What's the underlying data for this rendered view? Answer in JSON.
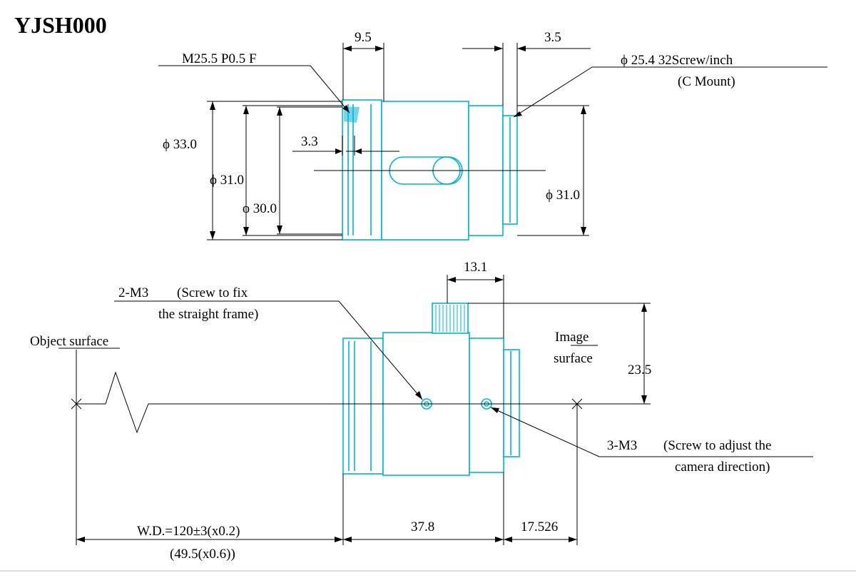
{
  "drawing": {
    "model": "YJSH000",
    "top_view": {
      "thread_spec": "M25.5 P0.5 F",
      "dim_width_front": "9.5",
      "dim_width_rear": "3.5",
      "mount_spec": "ϕ  25.4 32Screw/inch",
      "mount_type": "(C Mount)",
      "dia_outer": "ϕ 33.0",
      "dia_mid": "ϕ 31.0",
      "dia_inner": "ϕ 30.0",
      "dia_rear": "ϕ 31.0",
      "dim_offset": "3.3"
    },
    "side_view": {
      "screw_fix_spec": "2-M3",
      "screw_fix_note_1": "(Screw to fix",
      "screw_fix_note_2": "the straight frame)",
      "object_surface": "Object surface",
      "image_surface_1": "Image",
      "image_surface_2": "surface",
      "dim_knob_width": "13.1",
      "dim_height": "23.5",
      "screw_adjust_spec": "3-M3",
      "screw_adjust_note_1": "(Screw to adjust the",
      "screw_adjust_note_2": "camera direction)",
      "working_distance": "W.D.=120±3(x0.2)",
      "working_distance_alt": "(49.5(x0.6))",
      "dim_body_length": "37.8",
      "dim_back_focus": "17.526"
    },
    "colors": {
      "part_outline": "#00b3d9",
      "dimension": "#000000"
    }
  }
}
